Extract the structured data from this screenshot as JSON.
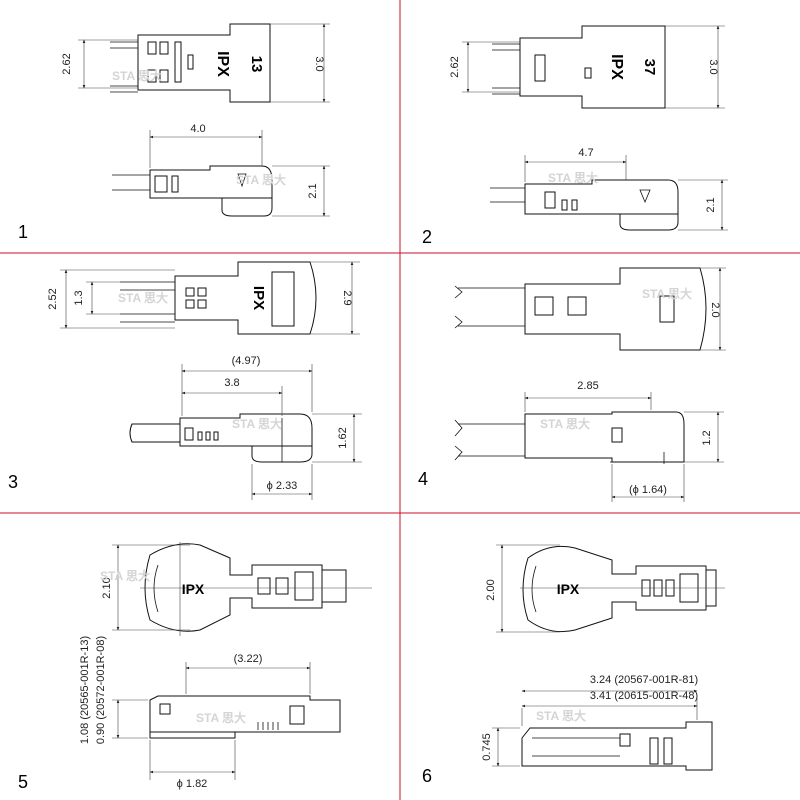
{
  "watermark": "STA 思大",
  "dividers": {
    "color": "#c8102e"
  },
  "panels": [
    {
      "number": "1",
      "top": {
        "marking_main": "IPX",
        "marking_code": "13",
        "dim_left": "2.62",
        "dim_right": "3.0"
      },
      "side": {
        "dim_length": "4.0",
        "dim_height": "2.1"
      }
    },
    {
      "number": "2",
      "top": {
        "marking_main": "IPX",
        "marking_code": "37",
        "dim_left": "2.62",
        "dim_right": "3.0"
      },
      "side": {
        "dim_length": "4.7",
        "dim_height": "2.1"
      }
    },
    {
      "number": "3",
      "top": {
        "marking_main": "IPX",
        "dim_left": "2.52",
        "dim_inner": "1.3",
        "dim_right": "2.9"
      },
      "side": {
        "dim_overall": "(4.97)",
        "dim_length": "3.8",
        "dim_height": "1.62",
        "dim_dia": "ϕ 2.33"
      }
    },
    {
      "number": "4",
      "top": {
        "dim_right": "2.0"
      },
      "side": {
        "dim_length": "2.85",
        "dim_height": "1.2",
        "dim_dia": "(ϕ 1.64)"
      }
    },
    {
      "number": "5",
      "top": {
        "marking_main": "IPX",
        "dim_left": "2.10"
      },
      "side": {
        "dim_length": "(3.22)",
        "dim_height_1": "1.08 (20565-001R-13)",
        "dim_height_2": "0.90 (20572-001R-08)",
        "dim_dia": "ϕ 1.82"
      }
    },
    {
      "number": "6",
      "top": {
        "marking_main": "IPX",
        "dim_left": "2.00"
      },
      "side": {
        "dim_len_1": "3.24 (20567-001R-81)",
        "dim_len_2": "3.41 (20615-001R-48)",
        "dim_height": "0.745"
      }
    }
  ]
}
